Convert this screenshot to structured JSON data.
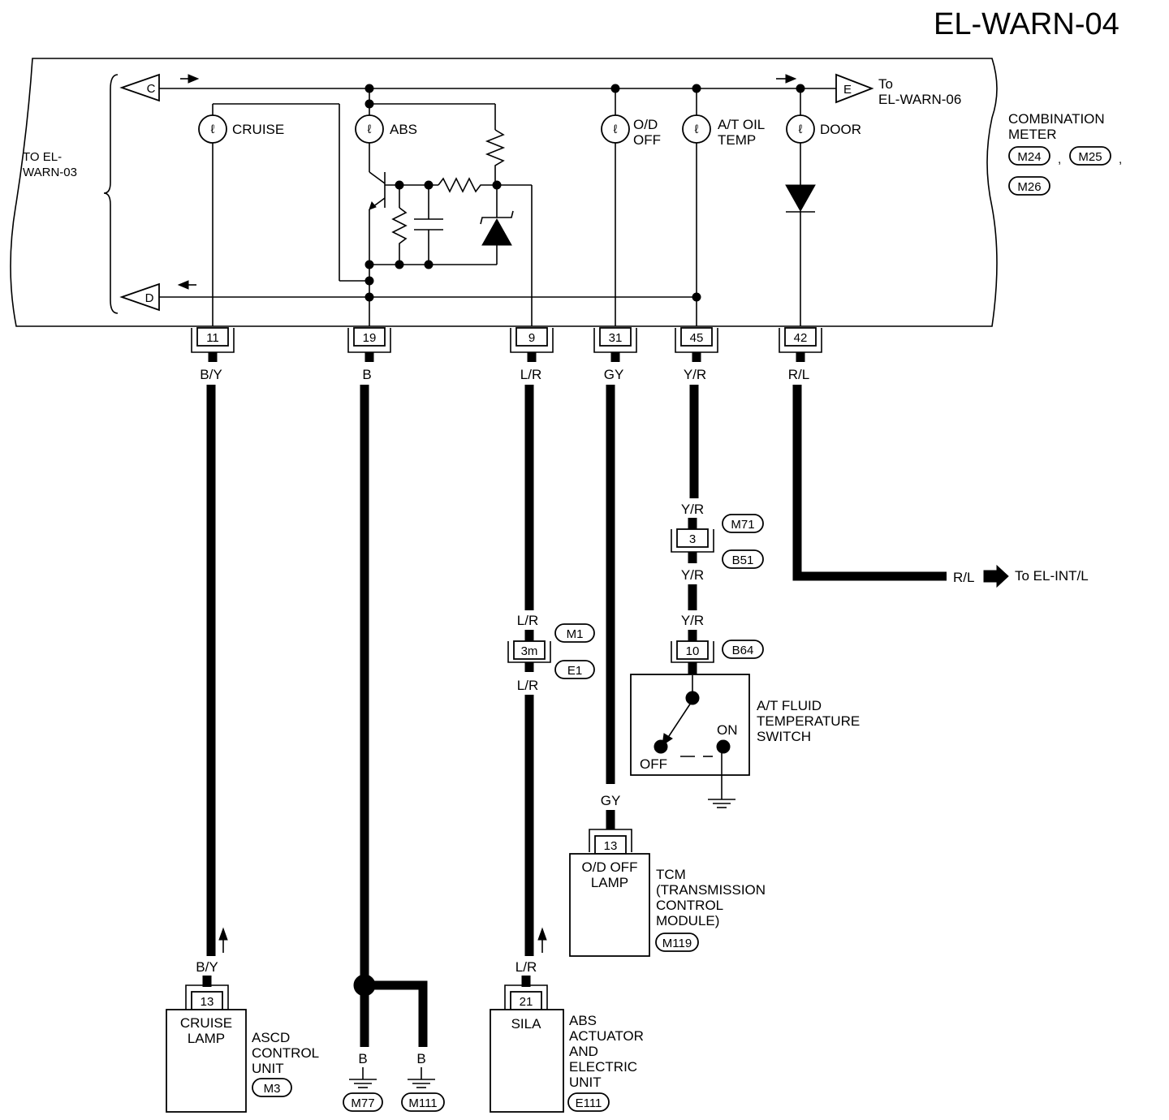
{
  "header": {
    "title": "EL-WARN-04"
  },
  "meter": {
    "label": [
      "COMBINATION",
      "METER"
    ],
    "connectors": [
      "M24",
      "M25",
      "M26"
    ],
    "left_ref": [
      "TO EL-",
      "WARN-03"
    ],
    "top_ref": [
      "To",
      "EL-WARN-06"
    ],
    "arrow_c": "C",
    "arrow_d": "D",
    "arrow_e": "E",
    "lamps": {
      "cruise": [
        "CRUISE"
      ],
      "abs": [
        "ABS"
      ],
      "od": [
        "O/D",
        "OFF"
      ],
      "atoil": [
        "A/T OIL",
        "TEMP"
      ],
      "door": [
        "DOOR"
      ]
    }
  },
  "terminals": {
    "t11": {
      "pin": "11",
      "wire": "B/Y"
    },
    "t19": {
      "pin": "19",
      "wire": "B"
    },
    "t9": {
      "pin": "9",
      "wire": "L/R"
    },
    "t31": {
      "pin": "31",
      "wire": "GY"
    },
    "t45": {
      "pin": "45",
      "wire": "Y/R"
    },
    "t42": {
      "pin": "42",
      "wire": "R/L"
    }
  },
  "door_out": {
    "wire": "R/L",
    "ref": "To EL-INT/L"
  },
  "atf_path": {
    "conn1": {
      "pin": "3",
      "top_wire": "Y/R",
      "bottom_wire": "Y/R",
      "conn_a": "M71",
      "conn_b": "B51"
    },
    "conn2": {
      "pin": "10",
      "wire": "Y/R",
      "conn": "B64"
    },
    "switch": {
      "label": [
        "A/T FLUID",
        "TEMPERATURE",
        "SWITCH"
      ],
      "on": "ON",
      "off": "OFF"
    }
  },
  "abs_path": {
    "conn": {
      "pin": "3m",
      "top_wire": "L/R",
      "bottom_wire": "L/R",
      "conn_a": "M1",
      "conn_b": "E1"
    },
    "unit": {
      "wire": "L/R",
      "pin": "21",
      "inner": "SILA",
      "label": [
        "ABS",
        "ACTUATOR",
        "AND",
        "ELECTRIC",
        "UNIT"
      ],
      "conn": "E111"
    }
  },
  "tcm": {
    "wire": "GY",
    "pin": "13",
    "inner": [
      "O/D OFF",
      "LAMP"
    ],
    "label": [
      "TCM",
      "(TRANSMISSION",
      "CONTROL",
      "MODULE)"
    ],
    "conn": "M119"
  },
  "ascd": {
    "wire": "B/Y",
    "pin": "13",
    "inner": [
      "CRUISE",
      "LAMP"
    ],
    "label": [
      "ASCD",
      "CONTROL",
      "UNIT"
    ],
    "conn": "M3"
  },
  "ground": {
    "left": {
      "wire": "B",
      "conn": "M77"
    },
    "right": {
      "wire": "B",
      "conn": "M111"
    }
  }
}
